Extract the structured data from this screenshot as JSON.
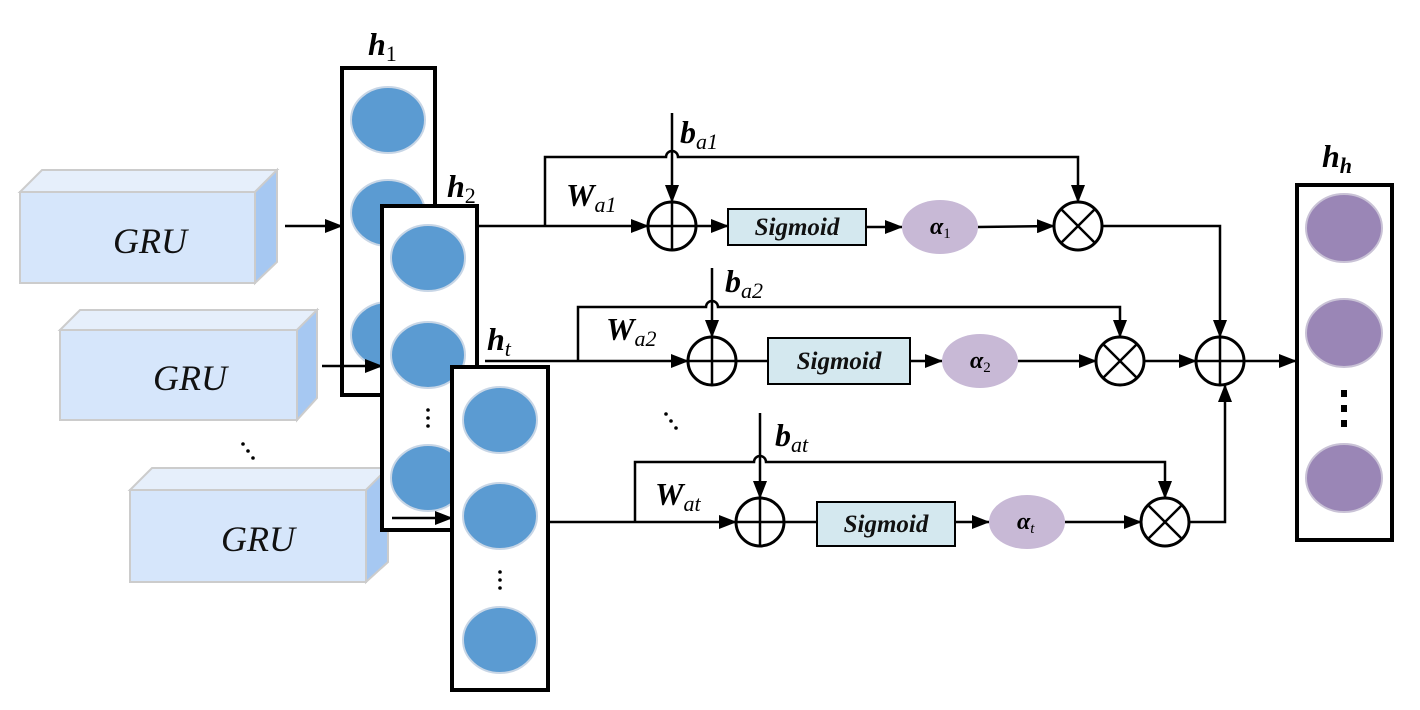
{
  "gru_blocks": [
    "GRU",
    "GRU",
    "GRU"
  ],
  "hidden_states": {
    "h1": {
      "base": "h",
      "sub": "1"
    },
    "h2": {
      "base": "h",
      "sub": "2"
    },
    "ht": {
      "base": "h",
      "sub": "t"
    },
    "hh": {
      "base": "h",
      "sub": "h"
    }
  },
  "rows": [
    {
      "W": {
        "base": "W",
        "sub": "a1"
      },
      "b": {
        "base": "b",
        "sub": "a1"
      },
      "sigmoid": "Sigmoid",
      "alpha": {
        "base": "α",
        "sub": "1"
      }
    },
    {
      "W": {
        "base": "W",
        "sub": "a2"
      },
      "b": {
        "base": "b",
        "sub": "a2"
      },
      "sigmoid": "Sigmoid",
      "alpha": {
        "base": "α",
        "sub": "2"
      }
    },
    {
      "W": {
        "base": "W",
        "sub": "at"
      },
      "b": {
        "base": "b",
        "sub": "at"
      },
      "sigmoid": "Sigmoid",
      "alpha": {
        "base": "α",
        "sub": "t"
      }
    }
  ],
  "colors": {
    "gru_face": "#d6e6fb",
    "gru_side": "#a6c8f2",
    "node": "#5b9bd2",
    "output_node": "#9a86b6",
    "sigmoid_fill": "#d4e8ef",
    "alpha_fill": "#c8b9d6"
  }
}
